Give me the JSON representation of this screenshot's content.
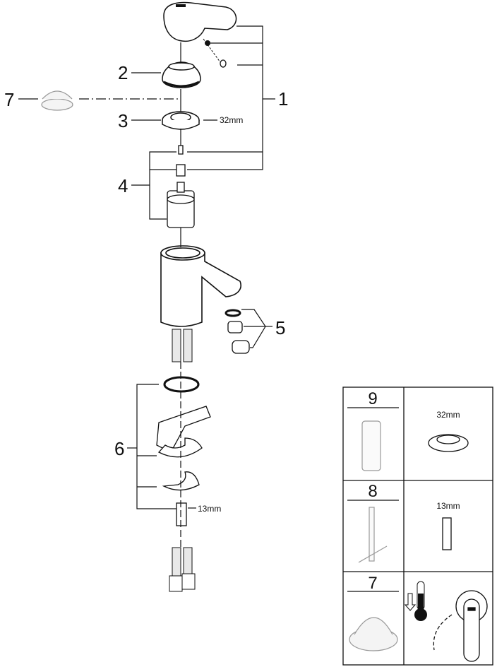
{
  "diagram": {
    "title": "Exploded view – single-lever basin mixer spare parts",
    "callouts": [
      {
        "id": "1",
        "label": "1"
      },
      {
        "id": "2",
        "label": "2"
      },
      {
        "id": "3",
        "label": "3",
        "dimension": "32mm"
      },
      {
        "id": "4",
        "label": "4"
      },
      {
        "id": "5",
        "label": "5"
      },
      {
        "id": "6",
        "label": "6",
        "dimension": "13mm"
      },
      {
        "id": "7",
        "label": "7"
      }
    ],
    "tool_table": {
      "rows": [
        {
          "tool_number": "9",
          "tool": "socket-wrench",
          "part_dimension": "32mm",
          "part": "cartridge-nut"
        },
        {
          "tool_number": "8",
          "tool": "t-handle-key",
          "part_dimension": "13mm",
          "part": "fixing-stud"
        },
        {
          "tool_number": "7",
          "tool": "temperature-limiter",
          "part": "hot-water-limit-illustration"
        }
      ]
    },
    "colors": {
      "line": "#111111",
      "ghost": "#9a9a9a"
    }
  }
}
